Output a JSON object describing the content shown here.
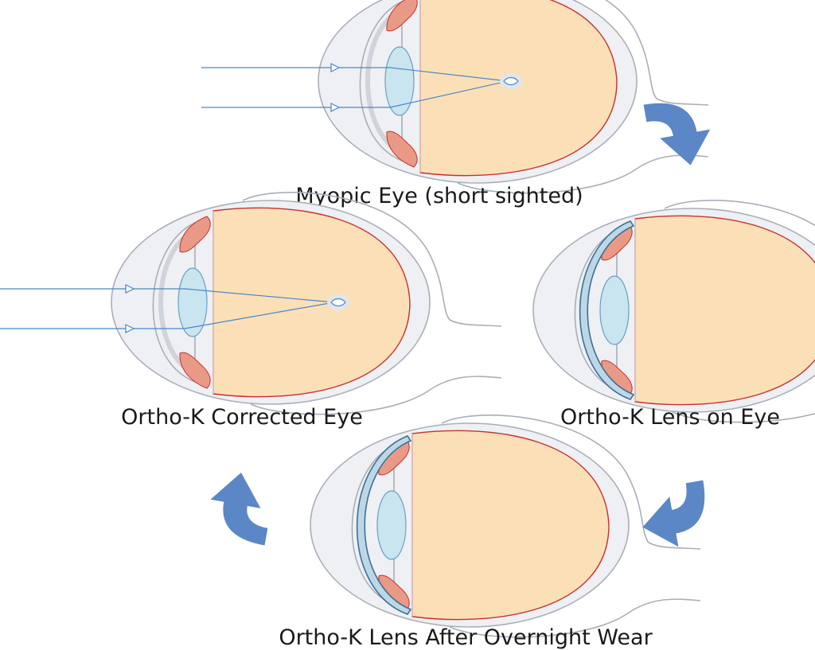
{
  "captions": {
    "myopic": "Myopic Eye (short sighted)",
    "corrected": "Ortho-K Corrected Eye",
    "lens_on": "Ortho-K Lens on Eye",
    "after_wear": "Ortho-K Lens After Overnight Wear"
  },
  "colors": {
    "sclera": "#eef0f4",
    "sclera_stroke": "#a9aeb8",
    "vitreous": "#fbe0b7",
    "retina": "#c8302c",
    "iris": "#e99a86",
    "lens": "#c9e5ef",
    "lens_stroke": "#6aa0c4",
    "ray": "#4a86c8",
    "contact_lens": "#bcd8e6",
    "contact_lens_stroke": "#3f6f95",
    "arrow": "#5b87c7"
  },
  "icons": [
    "curved-arrow-icon"
  ]
}
